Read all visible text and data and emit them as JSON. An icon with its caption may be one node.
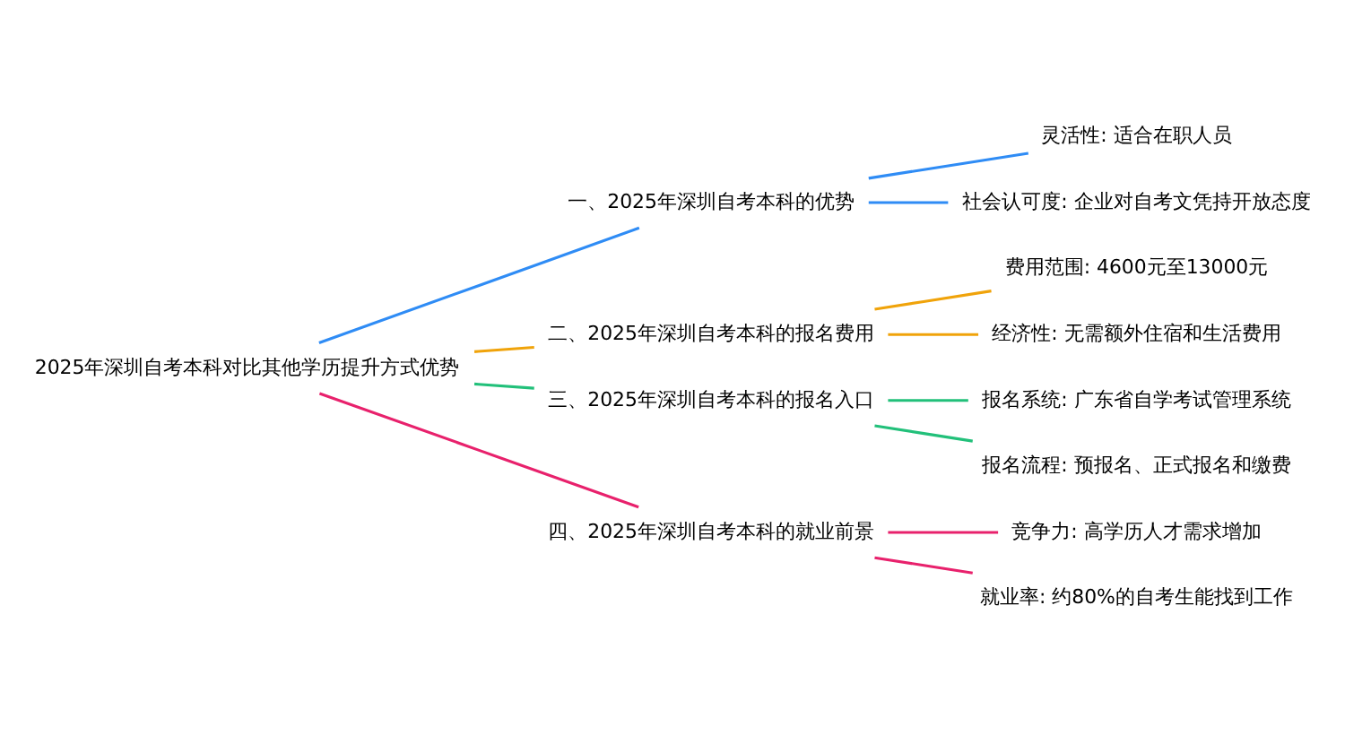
{
  "diagram": {
    "nodes": [
      {
        "text": [
          "2025年深圳自考本科对比其他学历提升方式优势"
        ]
      },
      {
        "text": [
          "一、2025年深圳自考本科的优势"
        ]
      },
      {
        "text": [
          "灵活性: 适合在职人员"
        ]
      },
      {
        "text": [
          "社会认可度: 企业对自考文凭持开放态度"
        ]
      },
      {
        "text": [
          "二、2025年深圳自考本科的报名费用"
        ]
      },
      {
        "text": [
          "费用范围: 4600元至13000元"
        ]
      },
      {
        "text": [
          "经济性: 无需额外住宿和生活费用"
        ]
      },
      {
        "text": [
          "三、2025年深圳自考本科的报名入口"
        ]
      },
      {
        "text": [
          "报名系统: 广东省自学考试管理系统"
        ]
      },
      {
        "text": [
          "报名流程: 预报名、正式报名和缴费"
        ]
      },
      {
        "text": [
          "四、2025年深圳自考本科的就业前景"
        ]
      },
      {
        "text": [
          "竞争力: 高学历人才需求增加"
        ]
      },
      {
        "text": [
          "就业率: 约80%的自考生能找到工作"
        ]
      }
    ],
    "edges": [
      {
        "from": 0,
        "to": 1,
        "arrow": "none",
        "color": "#2f8cf5"
      },
      {
        "from": 1,
        "to": 2,
        "arrow": "none",
        "color": "#2f8cf5"
      },
      {
        "from": 1,
        "to": 3,
        "arrow": "none",
        "color": "#2f8cf5"
      },
      {
        "from": 0,
        "to": 4,
        "arrow": "none",
        "color": "#f0a30a"
      },
      {
        "from": 4,
        "to": 5,
        "arrow": "none",
        "color": "#f0a30a"
      },
      {
        "from": 4,
        "to": 6,
        "arrow": "none",
        "color": "#f0a30a"
      },
      {
        "from": 0,
        "to": 7,
        "arrow": "none",
        "color": "#22c07a"
      },
      {
        "from": 7,
        "to": 8,
        "arrow": "none",
        "color": "#22c07a"
      },
      {
        "from": 7,
        "to": 9,
        "arrow": "none",
        "color": "#22c07a"
      },
      {
        "from": 0,
        "to": 10,
        "arrow": "none",
        "color": "#e8216c"
      },
      {
        "from": 10,
        "to": 11,
        "arrow": "none",
        "color": "#e8216c"
      },
      {
        "from": 10,
        "to": 12,
        "arrow": "none",
        "color": "#e8216c"
      }
    ]
  }
}
